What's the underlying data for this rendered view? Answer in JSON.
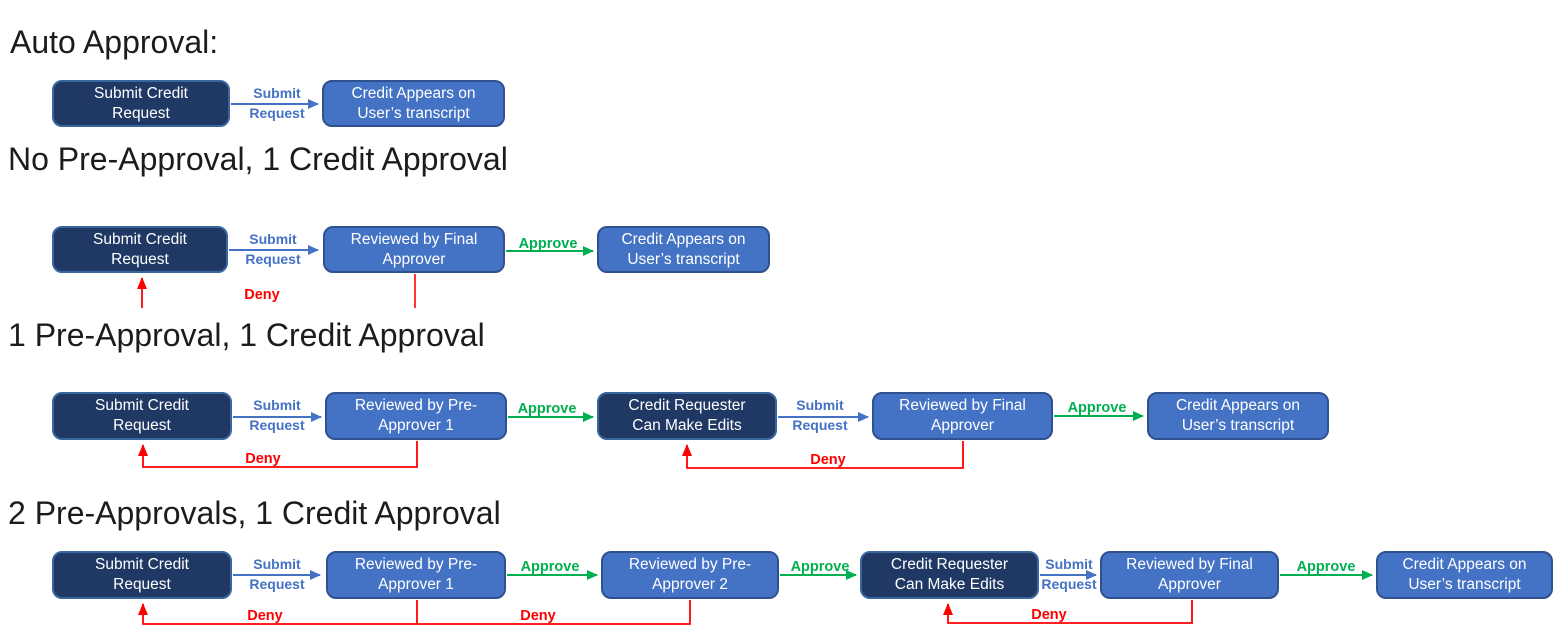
{
  "colors": {
    "dark_box_fill": "#1F3864",
    "dark_box_border": "#3A66A0",
    "light_box_fill": "#4472C4",
    "light_box_border": "#2F528F",
    "blue_label": "#4472C4",
    "green_label": "#00B050",
    "red_label": "#FF0000",
    "heading_text": "#1c1c1c"
  },
  "s1": {
    "heading": "Auto Approval:",
    "box_submit": "Submit Credit\nRequest",
    "box_transcript": "Credit Appears on\nUser’s transcript",
    "lbl_submit": "Submit\nRequest"
  },
  "s2": {
    "heading": "No Pre-Approval, 1 Credit Approval",
    "box_submit": "Submit Credit\nRequest",
    "box_final": "Reviewed by Final\nApprover",
    "box_transcript": "Credit Appears on\nUser’s transcript",
    "lbl_submit": "Submit\nRequest",
    "lbl_approve": "Approve",
    "lbl_deny": "Deny"
  },
  "s3": {
    "heading": "1 Pre-Approval, 1 Credit Approval",
    "box_submit": "Submit Credit\nRequest",
    "box_pre1": "Reviewed by Pre-\nApprover 1",
    "box_edits": "Credit Requester\nCan Make Edits",
    "box_final": "Reviewed by Final\nApprover",
    "box_transcript": "Credit Appears on\nUser’s transcript",
    "lbl_submit1": "Submit\nRequest",
    "lbl_submit2": "Submit\nRequest",
    "lbl_approve1": "Approve",
    "lbl_approve2": "Approve",
    "lbl_deny1": "Deny",
    "lbl_deny2": "Deny"
  },
  "s4": {
    "heading": "2 Pre-Approvals, 1 Credit Approval",
    "box_submit": "Submit Credit\nRequest",
    "box_pre1": "Reviewed by Pre-\nApprover 1",
    "box_pre2": "Reviewed by Pre-\nApprover 2",
    "box_edits": "Credit Requester\nCan Make Edits",
    "box_final": "Reviewed by Final\nApprover",
    "box_transcript": "Credit Appears on\nUser’s transcript",
    "lbl_submit1": "Submit\nRequest",
    "lbl_submit2": "Submit\nRequest",
    "lbl_approve1": "Approve",
    "lbl_approve2": "Approve",
    "lbl_approve3": "Approve",
    "lbl_deny1": "Deny",
    "lbl_deny2": "Deny",
    "lbl_deny3": "Deny"
  }
}
